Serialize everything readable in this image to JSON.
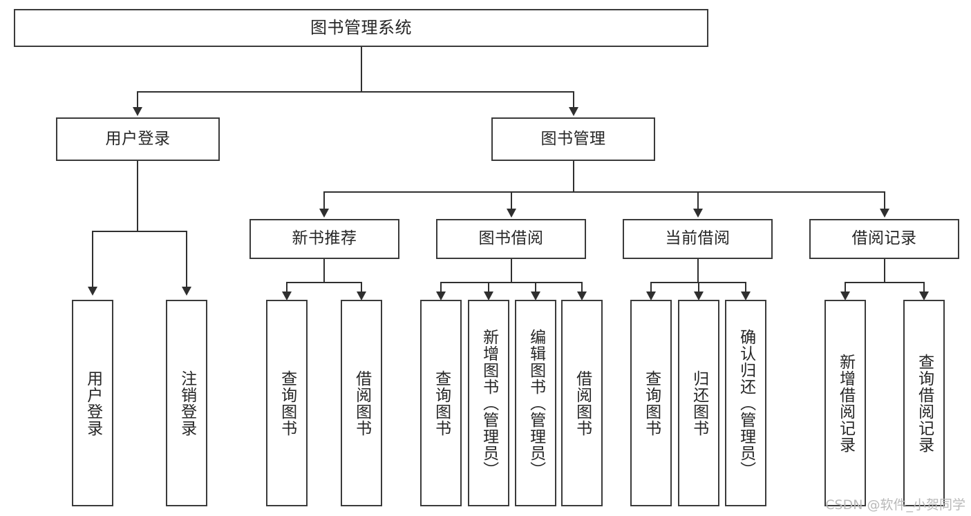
{
  "diagram": {
    "type": "tree-hierarchy",
    "title": "图书管理系统",
    "root": {
      "label": "图书管理系统"
    },
    "level2": [
      {
        "label": "用户登录"
      },
      {
        "label": "图书管理"
      }
    ],
    "level3": [
      {
        "label": "新书推荐"
      },
      {
        "label": "图书借阅"
      },
      {
        "label": "当前借阅"
      },
      {
        "label": "借阅记录"
      }
    ],
    "leaves": {
      "user_login": [
        {
          "label": "用户登录"
        },
        {
          "label": "注销登录"
        }
      ],
      "new_book_recommend": [
        {
          "label": "查询图书"
        },
        {
          "label": "借阅图书"
        }
      ],
      "book_borrow": [
        {
          "label": "查询图书"
        },
        {
          "label": "新增图书（管理员）"
        },
        {
          "label": "编辑图书（管理员）"
        },
        {
          "label": "借阅图书"
        }
      ],
      "current_borrow": [
        {
          "label": "查询图书"
        },
        {
          "label": "归还图书"
        },
        {
          "label": "确认归还（管理员）"
        }
      ],
      "borrow_record": [
        {
          "label": "新增借阅记录"
        },
        {
          "label": "查询借阅记录"
        }
      ]
    }
  },
  "watermark": {
    "text": "CSDN @软件_小贺同学"
  },
  "colors": {
    "box_border": "#3a3a3a",
    "line": "#2f2f2f",
    "text": "#262626",
    "background": "#ffffff",
    "watermark": "#b9b9b9"
  }
}
